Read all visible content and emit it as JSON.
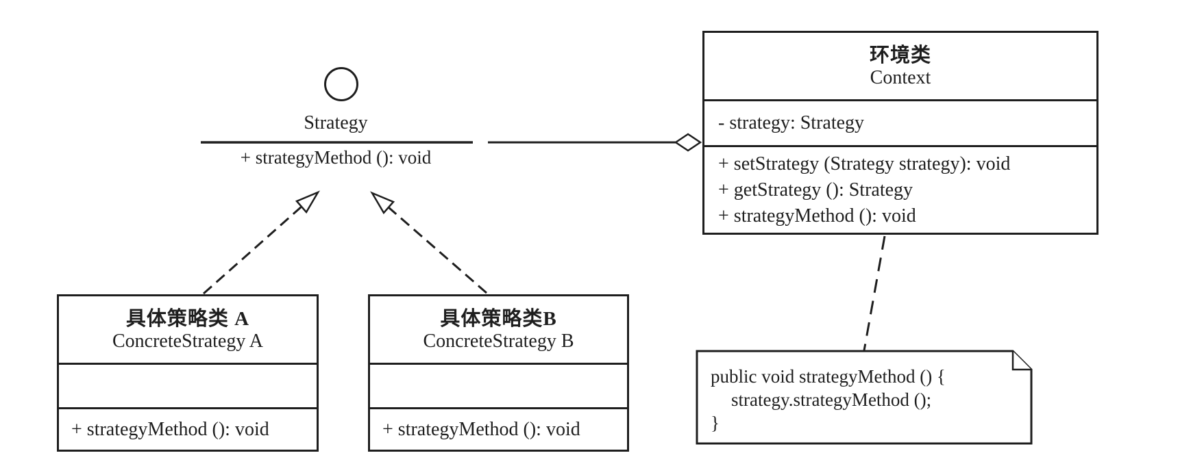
{
  "interface_strategy": {
    "name": "Strategy",
    "method": "+ strategyMethod (): void"
  },
  "context": {
    "name_cn": "环境类",
    "name_en": "Context",
    "attribute": "- strategy: Strategy",
    "methods": [
      "+ setStrategy (Strategy strategy): void",
      "+ getStrategy (): Strategy",
      "+ strategyMethod (): void"
    ]
  },
  "concrete_a": {
    "name_cn": "具体策略类 A",
    "name_en": "ConcreteStrategy A",
    "method": "+ strategyMethod (): void"
  },
  "concrete_b": {
    "name_cn": "具体策略类B",
    "name_en": "ConcreteStrategy B",
    "method": "+ strategyMethod (): void"
  },
  "note": {
    "line1": "public void strategyMethod () {",
    "line2": "strategy.strategyMethod ();",
    "line3": "}"
  },
  "connectors": {
    "aggregation": "open-diamond",
    "realization": "dashed-open-triangle-arrow",
    "note_link": "dashed-line"
  },
  "colors": {
    "ink": "#1e1e1e",
    "paper": "#ffffff"
  }
}
